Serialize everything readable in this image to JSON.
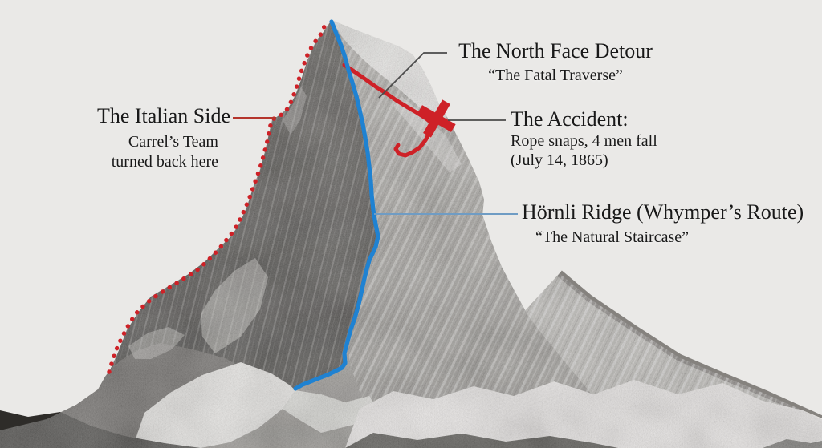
{
  "figure": {
    "subject": "Matterhorn first-ascent route diagram (1865)",
    "background_sky": "#eae9e7"
  },
  "colors": {
    "route_red": "#ce2127",
    "route_blue": "#1f82d2",
    "connector_dark": "#4b4b4b",
    "connector_red": "#b5352c",
    "connector_blue": "#6f9cc4",
    "text": "#191919"
  },
  "annotations": {
    "italian_side": {
      "title": "The Italian Side",
      "line1": "Carrel’s Team",
      "line2": "turned back here"
    },
    "north_face_detour": {
      "title": "The North Face Detour",
      "subtitle": "“The Fatal Traverse”"
    },
    "accident": {
      "title": "The Accident:",
      "line1": "Rope snaps, 4 men fall",
      "line2": "(July 14, 1865)"
    },
    "hornli_ridge": {
      "title": "Hörnli Ridge (Whymper’s Route)",
      "subtitle": "“The Natural Staircase”"
    }
  },
  "routes": {
    "italian": {
      "style": "dotted",
      "color": "#ce2127"
    },
    "north_face_detour": {
      "style": "solid",
      "color": "#ce2127"
    },
    "hornli": {
      "style": "solid",
      "color": "#1f82d2"
    }
  },
  "markers": {
    "accident_x": {
      "shape": "x-cross",
      "color": "#ce2127"
    }
  }
}
